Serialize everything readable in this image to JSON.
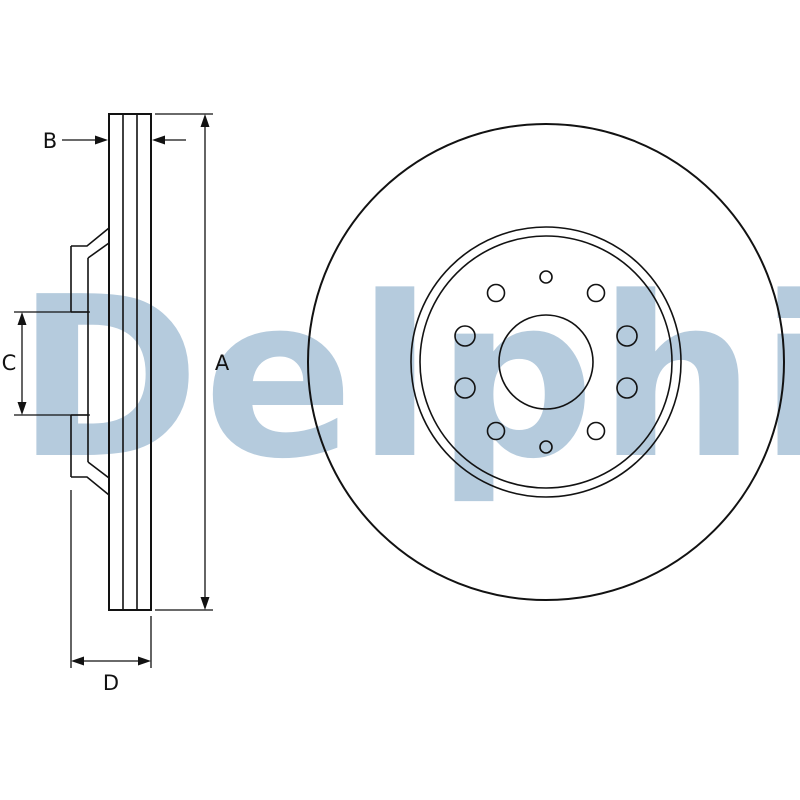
{
  "watermark": {
    "text": "Delphi",
    "color": "#b5cbdd"
  },
  "drawing": {
    "line_color": "#121212",
    "dimension_labels": {
      "a": "A",
      "b": "B",
      "c": "C",
      "d": "D"
    }
  }
}
